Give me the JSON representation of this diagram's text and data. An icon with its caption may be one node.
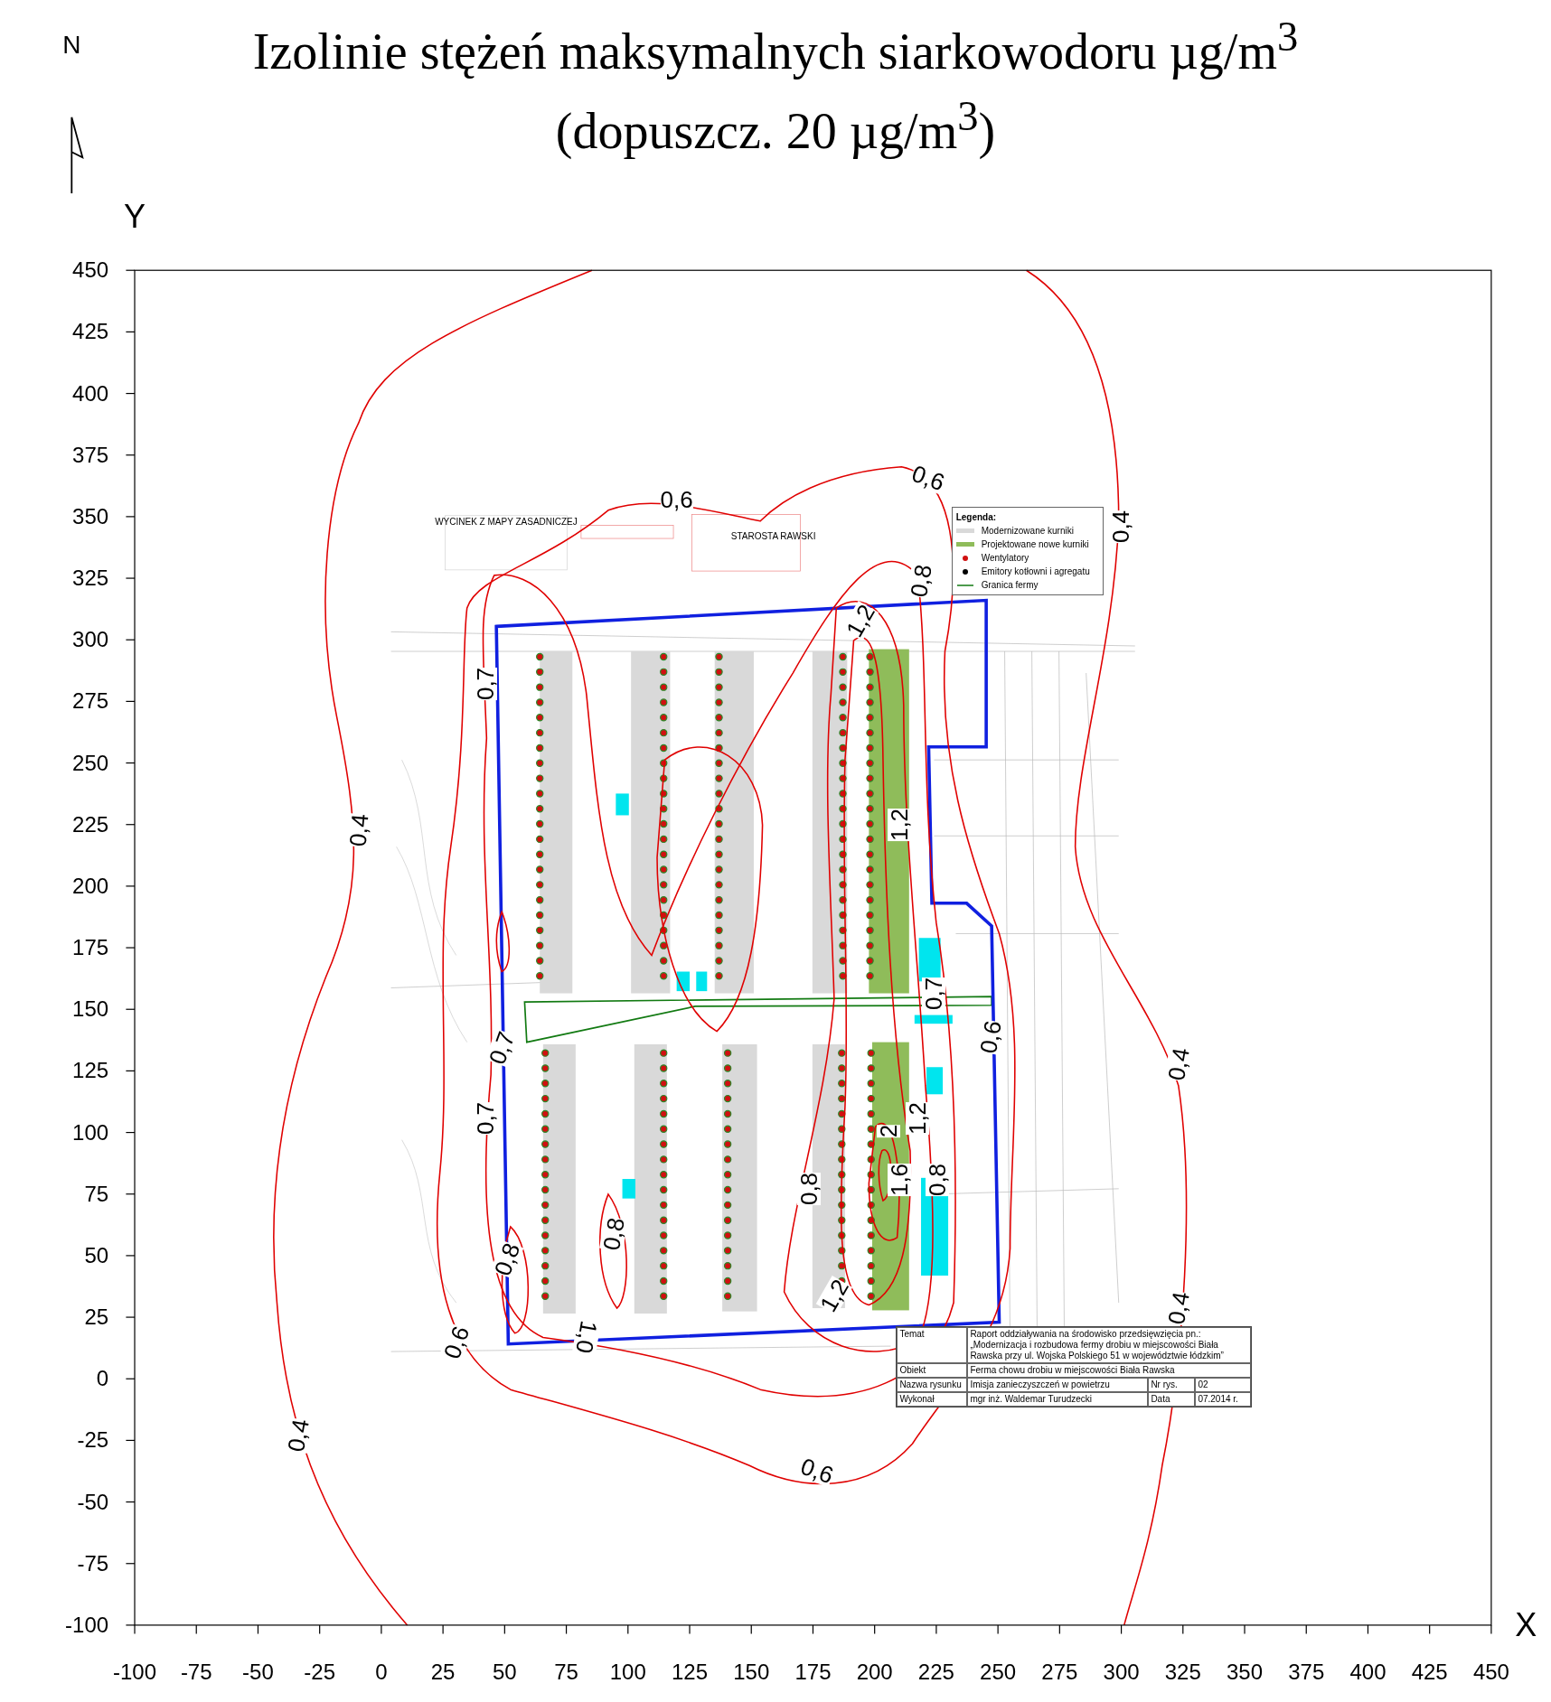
{
  "diagram": {
    "title": "Izolinie stężeń maksymalnych siarkowodoru µg/m$^{3}$ (dopuszcz. 20 µg/m$^{3}$)",
    "labels": [
      "N",
      "Y",
      "450",
      "425",
      "400",
      "375",
      "350",
      "325",
      "300",
      "275",
      "250",
      "225",
      "200",
      "175",
      "150",
      "125",
      "100",
      "75",
      "50",
      "25",
      "0",
      "-25",
      "-50",
      "-75",
      "-100",
      "0,6",
      "0,6",
      "0,4",
      "0,8",
      "1,2",
      "0,7",
      "0,4",
      "1,2",
      "0,7",
      "0,7",
      "0,6",
      "0,4",
      "0,7",
      "2",
      "1,2",
      "0,8",
      "1,6",
      "0,8",
      "0,8",
      "0,8",
      "1,2",
      "0,4",
      "0,6",
      "1,0",
      "0,4",
      "0,6",
      "WYCINEK Z MAPY ZASADNICZEJ",
      "STAROSTA RAWSKI",
      "Legenda:",
      "Temat",
      "Raport oddziaływania na środowisko przedsięwzięcia pn.: „Modernizacja i rozbudowa fermy drobiu w miejscowości Biała Rawska przy ul. Wojska Polskiego 51 w województwie łódzkim”",
      "Obiekt",
      "Ferma chowu drobiu w miejscowości Biała Rawska",
      "Nazwa rysunku",
      "Imisja zanieczyszczeń w powietrzu",
      "Nr rys.",
      "02",
      "Wykonał",
      "mgr inż. Waldemar Turudzecki",
      "Data",
      "07.2014 r.",
      "-100",
      "-75",
      "-50",
      "-25",
      "0",
      "25",
      "50",
      "75",
      "100",
      "125",
      "150",
      "175",
      "200",
      "225",
      "250",
      "275",
      "300",
      "325",
      "350",
      "375",
      "400",
      "425",
      "450",
      "X"
    ],
    "legend": [
      {
        "text": "Modernizowane kurniki",
        "color": "#d9d9d9"
      },
      {
        "text": "Projektowane nowe kurniki",
        "color": "#8fbc5a"
      },
      {
        "text": "Wentylatory"
      },
      {
        "text": "Emitory kotłowni i agregatu"
      },
      {
        "text": "Granica fermy"
      }
    ]
  }
}
